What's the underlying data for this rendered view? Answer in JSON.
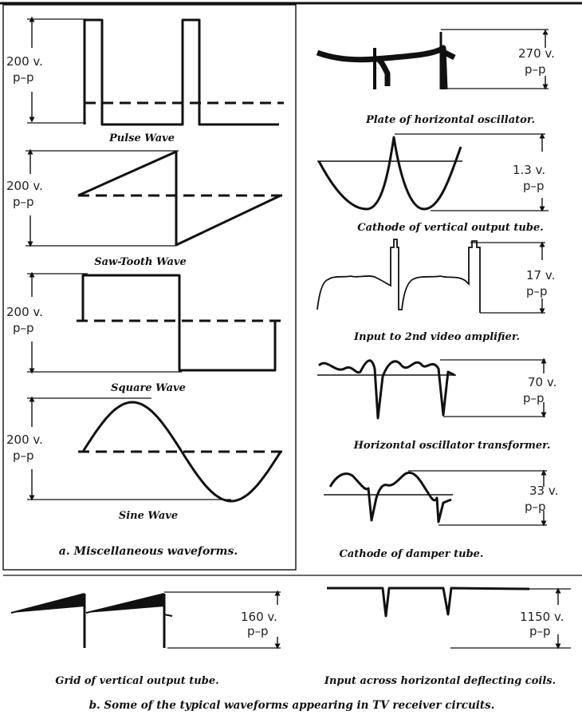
{
  "panel_a": {
    "pulse": {
      "amp": "200 v.",
      "unit": "p–p",
      "caption": "Pulse Wave"
    },
    "saw": {
      "amp": "200 v.",
      "unit": "p–p",
      "caption": "Saw-Tooth Wave"
    },
    "square": {
      "amp": "200 v.",
      "unit": "p–p",
      "caption": "Square Wave"
    },
    "sine": {
      "amp": "200 v.",
      "unit": "p–p",
      "caption": "Sine Wave"
    },
    "caption": "a. Miscellaneous waveforms."
  },
  "right": {
    "plate_h_osc": {
      "amp": "270 v.",
      "unit": "p–p",
      "caption": "Plate of horizontal oscillator."
    },
    "cathode_v_out": {
      "amp": "1.3 v.",
      "unit": "p–p",
      "caption": "Cathode of vertical output tube."
    },
    "video_amp": {
      "amp": "17 v.",
      "unit": "p–p",
      "caption": "Input to 2nd video amplifier."
    },
    "h_osc_transformer": {
      "amp": "70 v.",
      "unit": "p–p",
      "caption": "Horizontal oscillator transformer."
    },
    "damper": {
      "amp": "33 v.",
      "unit": "p–p",
      "caption": "Cathode of damper tube."
    }
  },
  "bottom": {
    "grid_v_out": {
      "amp": "160 v.",
      "unit": "p–p",
      "caption": "Grid of vertical output tube."
    },
    "h_deflect": {
      "amp": "1150 v.",
      "unit": "p–p",
      "caption": "Input across horizontal deflecting coils."
    },
    "caption": "b. Some of the typical waveforms appearing in TV receiver circuits."
  }
}
